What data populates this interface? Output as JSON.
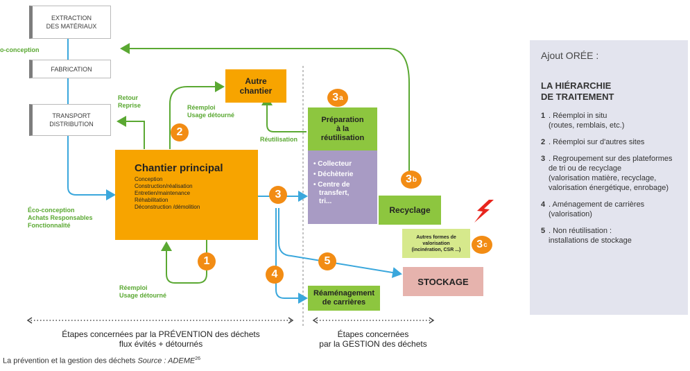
{
  "left_column": {
    "extraction": "EXTRACTION\nDES MATÉRIAUX",
    "eco_conception_top": "o-conception",
    "fabrication": "FABRICATION",
    "transport": "TRANSPORT\nDISTRIBUTION",
    "eco_conception_lines": [
      "Éco-conception",
      "Achats Responsables",
      "Fonctionnalité"
    ]
  },
  "chantier_principal": {
    "title": "Chantier principal",
    "items": [
      "Conception",
      "Construction/réalisation",
      "Entretien/maintenance",
      "Réhabilitation",
      "Déconstruction /démolition"
    ]
  },
  "autre_chantier": "Autre\nchantier",
  "labels": {
    "retour": "Retour\nReprise",
    "reemploi_top": "Réemploi\nUsage détourné",
    "reutilisation": "Réutilisation",
    "reemploi_bottom": "Réemploi\nUsage détourné"
  },
  "preparation": {
    "title": "Préparation\nà la\nréutilisation",
    "items": [
      "Collecteur",
      "Déchèterie",
      "Centre de transfert, tri..."
    ]
  },
  "recyclage": "Recyclage",
  "autres_formes": "Autres formes de\nvalorisation\n(incinération, CSR ...)",
  "stockage": "STOCKAGE",
  "reamenagement": "Réaménagement\nde carrières",
  "circles": {
    "c1": "1",
    "c2": "2",
    "c3": "3",
    "c4": "4",
    "c5": "5",
    "c3a": "3",
    "c3a_sub": "a",
    "c3b": "3",
    "c3b_sub": "b",
    "c3c": "3",
    "c3c_sub": "c"
  },
  "stages": {
    "prevention": "Étapes concernées par la PRÉVENTION des déchets\nflux évités + détournés",
    "gestion": "Étapes concernées\npar la GESTION des déchets"
  },
  "caption": {
    "text": "La prévention et la gestion des déchets ",
    "source": "Source : ADEME",
    "note": "26"
  },
  "side_panel": {
    "ajout": "Ajout ORÉE :",
    "heading": "LA HIÉRARCHIE\nDE TRAITEMENT",
    "items": [
      {
        "num": "1",
        "text": ". Réemploi in situ\n(routes, remblais, etc.)"
      },
      {
        "num": "2",
        "text": ". Réemploi sur d'autres sites"
      },
      {
        "num": "3",
        "text": ". Regroupement sur des plateformes\nde tri ou de recyclage\n(valorisation matière, recyclage,\nvalorisation énergétique, enrobage)"
      },
      {
        "num": "4",
        "text": ". Aménagement de carrières\n(valorisation)"
      },
      {
        "num": "5",
        "text": ". Non réutilisation :\ninstallations de stockage"
      }
    ]
  },
  "colors": {
    "orange": "#f7a400",
    "green": "#8dc63f",
    "purple": "#a89bc4",
    "pink": "#e6b3ad",
    "arrow_blue": "#3aa7dc",
    "arrow_green": "#5aa832",
    "circle": "#f28c14",
    "panel": "#e3e4ee"
  }
}
